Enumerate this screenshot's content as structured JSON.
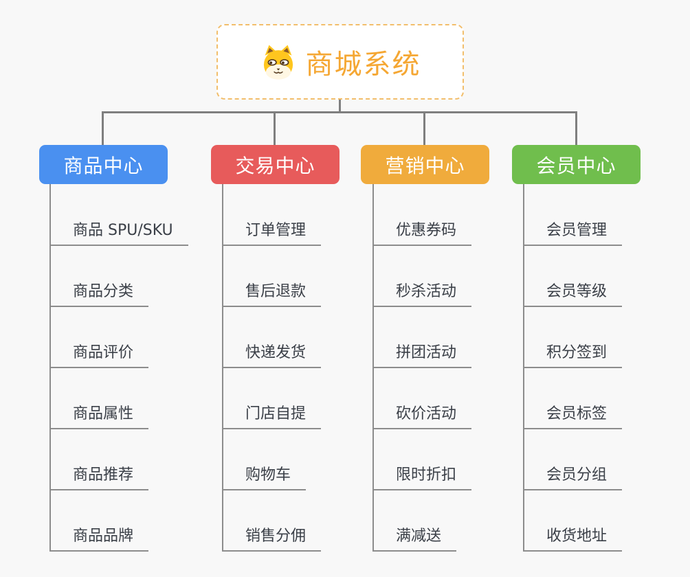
{
  "background_color": "#F8F8F8",
  "connector_color": "#7F7F7F",
  "root": {
    "title": "商城系统",
    "icon": "dog-face-icon",
    "text_color": "#F5A733",
    "border_color": "#F2BE6B"
  },
  "branches": [
    {
      "label": "商品中心",
      "color": "#4A90F0",
      "items": [
        "商品 SPU/SKU",
        "商品分类",
        "商品评价",
        "商品属性",
        "商品推荐",
        "商品品牌"
      ]
    },
    {
      "label": "交易中心",
      "color": "#E75B5B",
      "items": [
        "订单管理",
        "售后退款",
        "快递发货",
        "门店自提",
        "购物车",
        "销售分佣"
      ]
    },
    {
      "label": "营销中心",
      "color": "#F0AB3C",
      "items": [
        "优惠券码",
        "秒杀活动",
        "拼团活动",
        "砍价活动",
        "限时折扣",
        "满减送"
      ]
    },
    {
      "label": "会员中心",
      "color": "#70BE4D",
      "items": [
        "会员管理",
        "会员等级",
        "积分签到",
        "会员标签",
        "会员分组",
        "收货地址"
      ]
    }
  ]
}
